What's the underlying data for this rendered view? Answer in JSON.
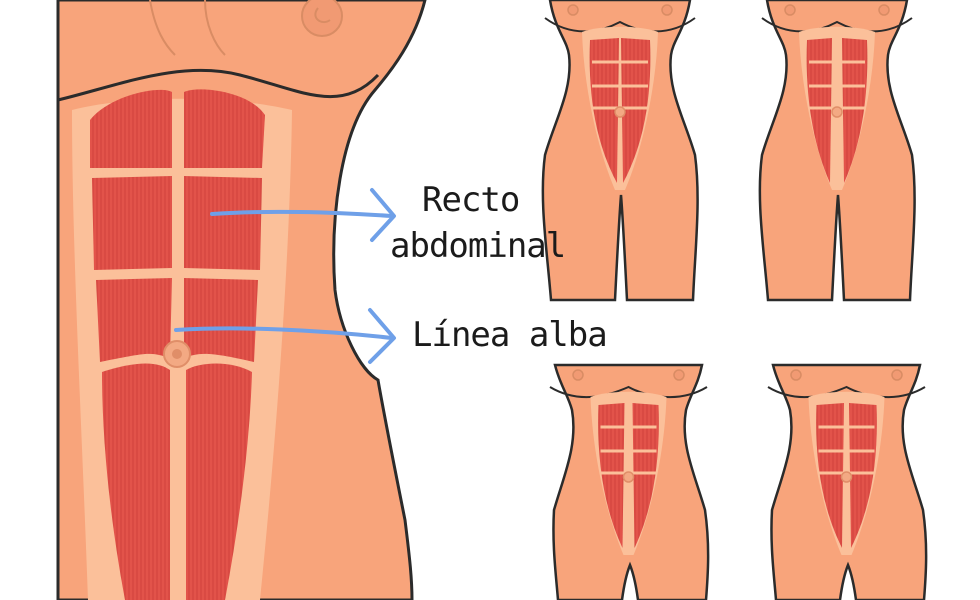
{
  "labels": {
    "rectus_line1": "Recto",
    "rectus_line2": "abdominal",
    "linea_alba": "Línea alba"
  },
  "colors": {
    "skin": "#F8A47B",
    "skin_light": "#FBC09A",
    "sheath": "#F9B58E",
    "muscle": "#E2534A",
    "muscle_dark": "#C93A35",
    "outline": "#2B2B2B",
    "arrow": "#6FA0E8"
  }
}
